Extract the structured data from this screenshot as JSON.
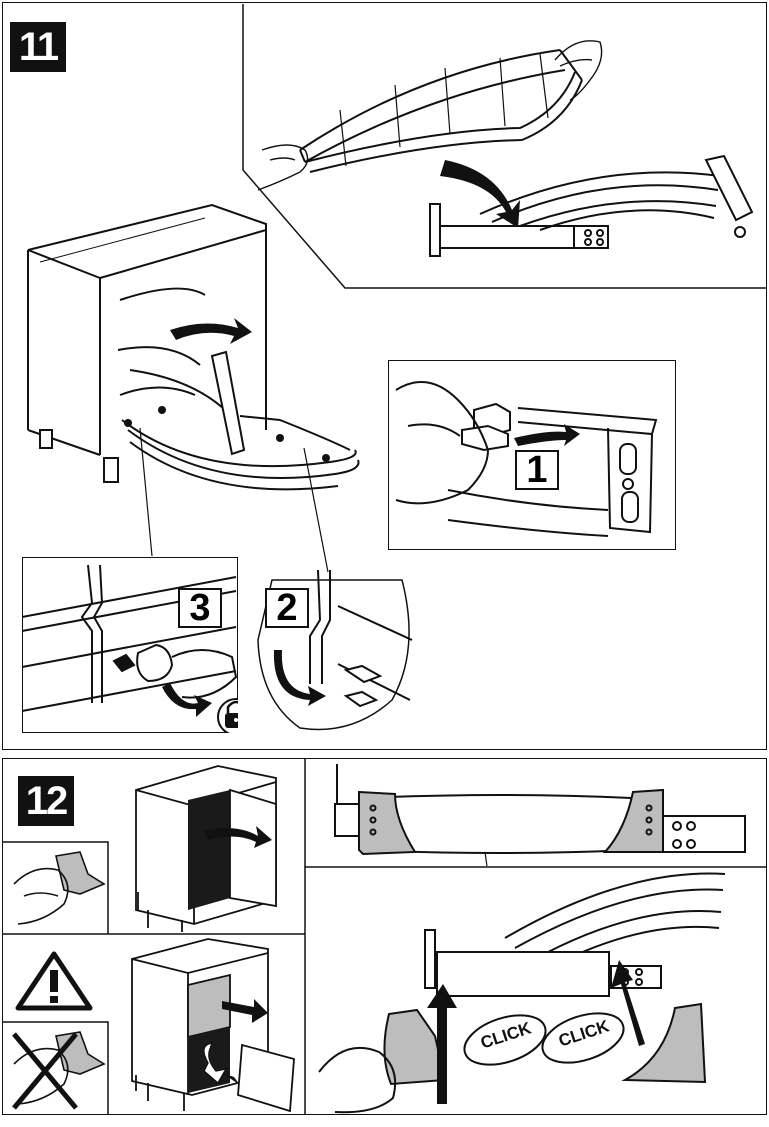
{
  "steps": {
    "step11": {
      "number": "11"
    },
    "step12": {
      "number": "12"
    }
  },
  "callouts": {
    "sub1": "1",
    "sub2": "2",
    "sub3": "3"
  },
  "click_labels": [
    "CLICK",
    "CLICK"
  ],
  "icons": {
    "warning": "warning-triangle-icon",
    "lock": "padlock-icon",
    "forbidden": "cross-out-icon"
  },
  "colors": {
    "ink": "#111111",
    "grey_part": "#bdbdbd",
    "dark_fill": "#1a1a1a"
  }
}
